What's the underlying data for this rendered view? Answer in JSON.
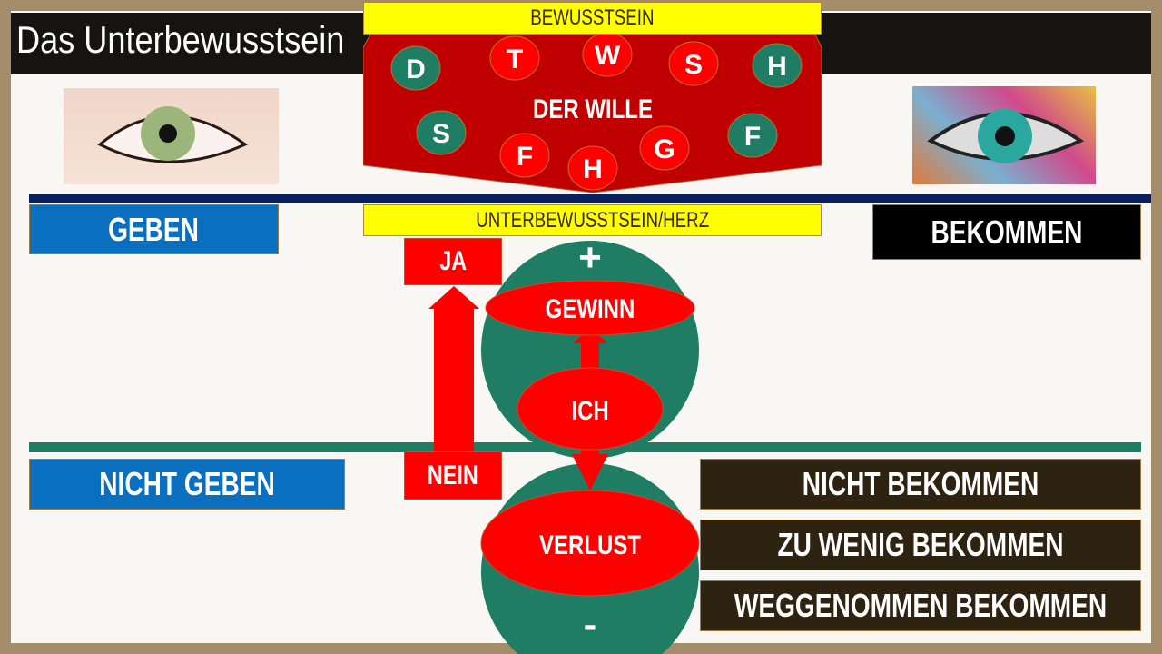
{
  "title": "Das Unterbewusstsein",
  "top_label": "BEWUSSTSEIN",
  "will": {
    "label": "DER WILLE",
    "circles": [
      {
        "letter": "D",
        "color": "#1e7d62"
      },
      {
        "letter": "T",
        "color": "#ff0000"
      },
      {
        "letter": "W",
        "color": "#ff0000"
      },
      {
        "letter": "S",
        "color": "#ff0000"
      },
      {
        "letter": "H",
        "color": "#1e7d62"
      },
      {
        "letter": "S",
        "color": "#1e7d62"
      },
      {
        "letter": "F",
        "color": "#ff0000"
      },
      {
        "letter": "H",
        "color": "#ff0000"
      },
      {
        "letter": "G",
        "color": "#ff0000"
      },
      {
        "letter": "F",
        "color": "#1e7d62"
      }
    ]
  },
  "sub_label": "UNTERBEWUSSTSEIN/HERZ",
  "left": {
    "geben": "GEBEN",
    "nicht_geben": "NICHT GEBEN"
  },
  "right": {
    "bekommen": "BEKOMMEN",
    "items": [
      "NICHT BEKOMMEN",
      "ZU WENIG BEKOMMEN",
      "WEGGENOMMEN BEKOMMEN"
    ]
  },
  "center": {
    "ja": "JA",
    "nein": "NEIN",
    "plus": "+",
    "minus": "-",
    "gewinn": "GEWINN",
    "ich": "ICH",
    "verlust": "VERLUST"
  },
  "colors": {
    "red": "#ff0000",
    "dark_red": "#c00000",
    "green": "#1e7d62",
    "blue": "#0b6fc0",
    "navy": "#0a1f5c",
    "yellow": "#ffff00"
  }
}
